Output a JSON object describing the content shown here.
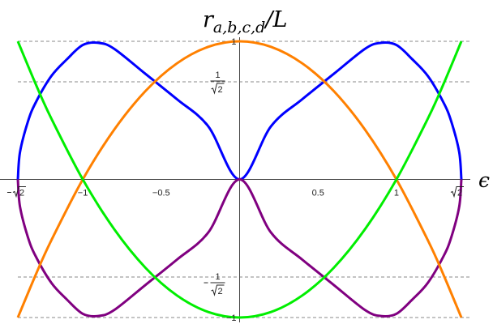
{
  "chart_data": {
    "type": "line",
    "title": {
      "base": "r",
      "subscript": "a,b,c,d",
      "suffix": "/L"
    },
    "xlabel": "ϵ",
    "ylabel": "",
    "xlim": [
      -1.414,
      1.414
    ],
    "ylim": [
      -1,
      1
    ],
    "grid": false,
    "reference_lines_y": [
      1,
      0.7071,
      -0.7071,
      -1
    ],
    "x_ticks": [
      {
        "value": -1.4142,
        "label": "−√2",
        "kind": "sqrt"
      },
      {
        "value": -1,
        "label": "−1"
      },
      {
        "value": -0.5,
        "label": "−0.5"
      },
      {
        "value": 0.5,
        "label": "0.5"
      },
      {
        "value": 1,
        "label": "1"
      },
      {
        "value": 1.4142,
        "label": "√2",
        "kind": "sqrt"
      }
    ],
    "y_ticks": [
      {
        "value": 1,
        "label": "1"
      },
      {
        "value": 0.7071,
        "label": "1/√2",
        "kind": "frac"
      },
      {
        "value": -0.7071,
        "label": "−1/√2",
        "kind": "frac"
      },
      {
        "value": -1,
        "label": "−1"
      }
    ],
    "series": [
      {
        "color": "#0000ff",
        "x": [
          -1.414,
          -1.4,
          -1.35,
          -1.3,
          -1.2,
          -1.1,
          -1.0,
          -0.9,
          -0.8,
          -0.6,
          -0.4,
          -0.2,
          0.0,
          0.2,
          0.4,
          0.6,
          0.8,
          0.9,
          1.0,
          1.1,
          1.2,
          1.3,
          1.35,
          1.4,
          1.414
        ],
        "y": [
          0.0,
          0.199,
          0.418,
          0.557,
          0.749,
          0.871,
          0.973,
          0.989,
          0.946,
          0.764,
          0.581,
          0.385,
          0.0,
          0.385,
          0.581,
          0.764,
          0.946,
          0.989,
          0.973,
          0.871,
          0.749,
          0.557,
          0.418,
          0.199,
          0.0
        ]
      },
      {
        "color": "#800080",
        "x": [
          -1.414,
          -1.4,
          -1.35,
          -1.3,
          -1.2,
          -1.1,
          -1.0,
          -0.9,
          -0.8,
          -0.6,
          -0.4,
          -0.2,
          0.0,
          0.2,
          0.4,
          0.6,
          0.8,
          0.9,
          1.0,
          1.1,
          1.2,
          1.3,
          1.35,
          1.4,
          1.414
        ],
        "y": [
          0.0,
          -0.199,
          -0.418,
          -0.557,
          -0.749,
          -0.871,
          -0.973,
          -0.989,
          -0.946,
          -0.764,
          -0.581,
          -0.385,
          0.0,
          -0.385,
          -0.581,
          -0.764,
          -0.946,
          -0.989,
          -0.973,
          -0.871,
          -0.749,
          -0.557,
          -0.418,
          -0.199,
          0.0
        ]
      },
      {
        "color": "#ff8000",
        "x": [
          -1.414,
          -1.3,
          -1.2,
          -1.0,
          -0.8,
          -0.6,
          -0.4,
          -0.2,
          0.0,
          0.2,
          0.4,
          0.6,
          0.8,
          1.0,
          1.2,
          1.3,
          1.414
        ],
        "y": [
          -1.0,
          -0.69,
          -0.44,
          0.0,
          0.36,
          0.64,
          0.84,
          0.96,
          1.0,
          0.96,
          0.84,
          0.64,
          0.36,
          0.0,
          -0.44,
          -0.69,
          -1.0
        ]
      },
      {
        "color": "#00ee00",
        "x": [
          -1.414,
          -1.3,
          -1.2,
          -1.0,
          -0.8,
          -0.6,
          -0.4,
          -0.2,
          0.0,
          0.2,
          0.4,
          0.6,
          0.8,
          1.0,
          1.2,
          1.3,
          1.414
        ],
        "y": [
          1.0,
          0.69,
          0.44,
          0.0,
          -0.36,
          -0.64,
          -0.84,
          -0.96,
          -1.0,
          -0.96,
          -0.84,
          -0.64,
          -0.36,
          0.0,
          0.44,
          0.69,
          1.0
        ]
      }
    ]
  }
}
